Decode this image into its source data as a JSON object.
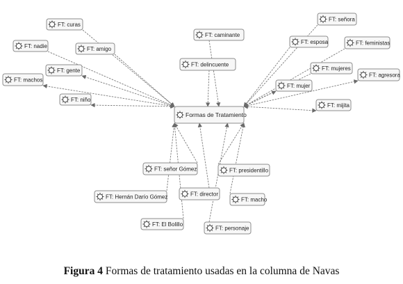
{
  "diagram": {
    "center": {
      "id": "center",
      "label": "Formas de Tratamiento"
    },
    "nodes": [
      {
        "id": "curas",
        "label": "FT: curas"
      },
      {
        "id": "nadie",
        "label": "FT: nadie"
      },
      {
        "id": "amigo",
        "label": "FT: amigo"
      },
      {
        "id": "gente",
        "label": "FT: gente"
      },
      {
        "id": "machos",
        "label": "FT: machos"
      },
      {
        "id": "nino",
        "label": "FT: niño"
      },
      {
        "id": "caminante",
        "label": "FT: caminante"
      },
      {
        "id": "delincuente",
        "label": "FT: delincuente"
      },
      {
        "id": "senora",
        "label": "FT: señora"
      },
      {
        "id": "esposa",
        "label": "FT: esposa"
      },
      {
        "id": "feministas",
        "label": "FT: feministas"
      },
      {
        "id": "mujeres",
        "label": "FT: mujeres"
      },
      {
        "id": "agresora",
        "label": "FT: agresora"
      },
      {
        "id": "mujer",
        "label": "FT: mujer"
      },
      {
        "id": "mijita",
        "label": "FT: mijita"
      },
      {
        "id": "senor_gomez",
        "label": "FT: señor Gómez"
      },
      {
        "id": "presidentillo",
        "label": "FT: presidentillo"
      },
      {
        "id": "hernan",
        "label": "FT: Hernán Darío Gómez"
      },
      {
        "id": "director",
        "label": "FT: director"
      },
      {
        "id": "macho",
        "label": "FT: macho"
      },
      {
        "id": "bolillo",
        "label": "FT: El Bolillo"
      },
      {
        "id": "personaje",
        "label": "FT: personaje"
      }
    ]
  },
  "caption": {
    "label": "Figura 4",
    "text": "Formas de tratamiento usadas en la columna de Navas"
  }
}
